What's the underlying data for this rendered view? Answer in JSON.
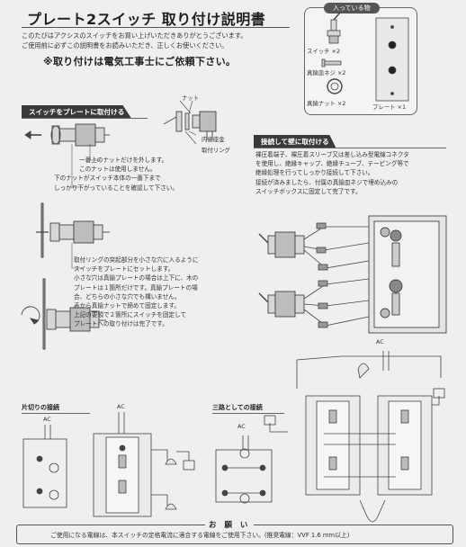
{
  "header": {
    "title": "プレート2スイッチ 取り付け説明書",
    "intro_lines": [
      "このたびはアクシスのスイッチをお買い上げいただきありがとうございます。",
      "ご使用前に必ずこの説明書をお読みいただき、正しくお使いください。"
    ],
    "notice": "※取り付けは電気工事士にご依頼下さい。"
  },
  "contents": {
    "title": "入っている物",
    "switch_label": "スイッチ ×2",
    "screw_label": "真鍮皿ネジ ×2",
    "nut_label": "真鍮ナット ×2",
    "plate_label": "プレート ×1"
  },
  "section_plate": {
    "title": "スイッチをプレートに取付ける",
    "part_labels": {
      "nut": "ナット",
      "washer": "内歯座金",
      "ring": "取付リング"
    },
    "step1_lines": [
      "一番上のナットだけを外します。",
      "このナットは使用しません。",
      "下のナットがスイッチ本体の一番下まで",
      "しっかり下がっていることを確認して下さい。"
    ],
    "step2_lines": [
      "取付リングの突起部分を小さな穴に入るように",
      "スイッチをプレートにセットします。",
      "小さな穴は真鍮プレートの場合は上下に、木の",
      "プレートは１箇所だけです。真鍮プレートの場",
      "合、どちらの小さな穴でも構いません。",
      "表から真鍮ナットで締めて固定します。",
      "上記の要領で２箇所にスイッチを固定して",
      "プレートへの取り付けは完了です。"
    ]
  },
  "section_wall": {
    "title": "接続して壁に取付ける",
    "lines": [
      "裸圧着端子、裸圧着スリーブ又は差し込み型電線コネクタ",
      "を使用し、絶縁キャップ、絶縁チューブ、テーピング等で",
      "絶縁処理を行ってしっかり接続して下さい。",
      "接続が済みましたら、付属の真鍮皿ネジで埋め込みの",
      "スイッチボックスに固定して完了です。"
    ]
  },
  "wiring": {
    "single_title": "片切りの接続",
    "threeway_title": "三路としての接続",
    "ac_label": "AC"
  },
  "footer": {
    "label": "お 願 い",
    "text": "ご使用になる電線は、本スイッチの定格電流に適合する電線をご使用下さい。(推奨電線：VVF 1.6 mm以上)"
  }
}
